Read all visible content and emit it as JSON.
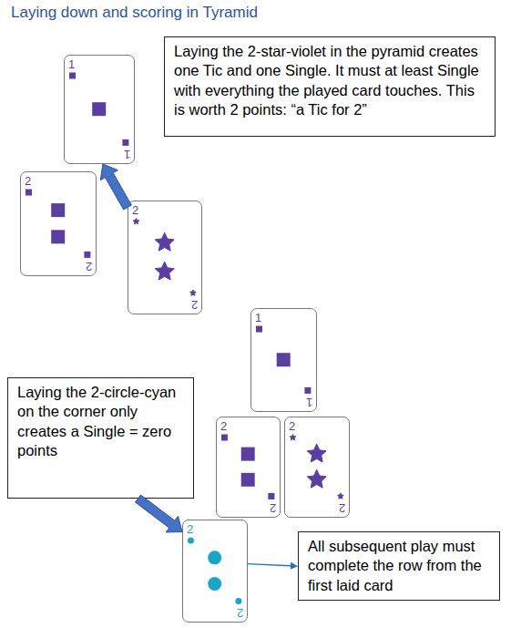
{
  "diagram": {
    "title": "Laying down and scoring in Tyramid",
    "nodes": [
      {
        "text": [
          "1",
          "1"
        ]
      },
      {
        "text": [
          "Laying the 2-star-violet in the pyramid creates one Tic and one Single. It must at least Single with everything the played card touches. This is worth 2 points: “a Tic for 2”"
        ]
      },
      {
        "text": [
          "2",
          "2"
        ]
      },
      {
        "text": [
          "2",
          "2"
        ]
      },
      {
        "text": [
          "1",
          "1"
        ]
      },
      {
        "text": [
          "2",
          "2"
        ]
      },
      {
        "text": [
          "2",
          "2"
        ]
      },
      {
        "text": [
          "Laying the 2-circle-cyan on the corner only creates a Single = zero points"
        ]
      },
      {
        "text": [
          "2",
          "2"
        ]
      },
      {
        "text": [
          "All subsequent play must complete the row from the first laid card"
        ]
      }
    ],
    "edges": [
      {
        "from": 3,
        "to": 0,
        "arrow": "to"
      },
      {
        "from": 7,
        "to": 8,
        "arrow": "to"
      },
      {
        "from": 8,
        "to": 9,
        "arrow": "to"
      }
    ]
  }
}
